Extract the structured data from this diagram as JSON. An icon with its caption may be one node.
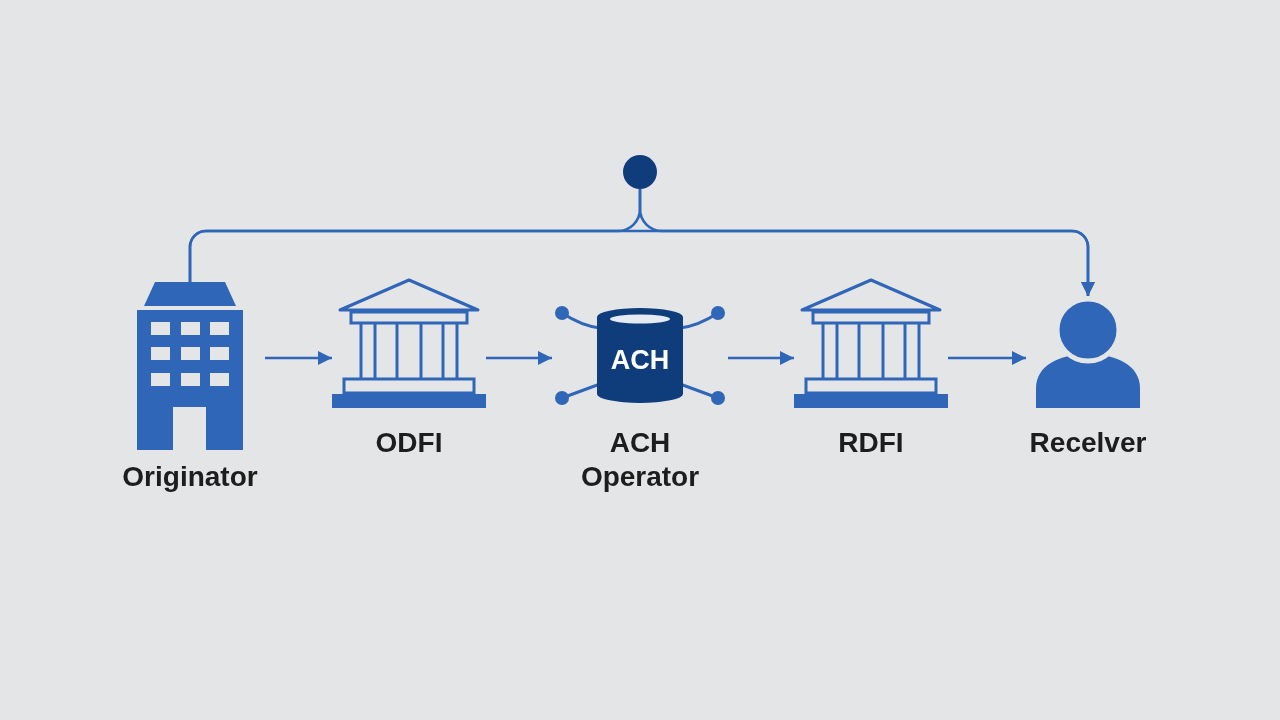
{
  "diagram": {
    "nodes": [
      {
        "text": [
          "Originator"
        ]
      },
      {
        "text": [
          "ODFI"
        ]
      },
      {
        "text": [
          "ACH",
          "ACH Operator"
        ]
      },
      {
        "text": [
          "RDFI"
        ]
      },
      {
        "text": [
          "Recelver"
        ]
      },
      {
        "text": [],
        "shape": "circle"
      }
    ],
    "edges": [
      {
        "from": 0,
        "to": 1,
        "arrow": "to"
      },
      {
        "from": 1,
        "to": 2,
        "arrow": "to"
      },
      {
        "from": 2,
        "to": 3,
        "arrow": "to"
      },
      {
        "from": 3,
        "to": 4,
        "arrow": "to"
      },
      {
        "from": 0,
        "to": 4,
        "arrow": "to"
      },
      {
        "from": 5,
        "to": 4,
        "arrow": "to"
      },
      {
        "from": 5,
        "to": 0,
        "arrow": "none"
      }
    ]
  }
}
